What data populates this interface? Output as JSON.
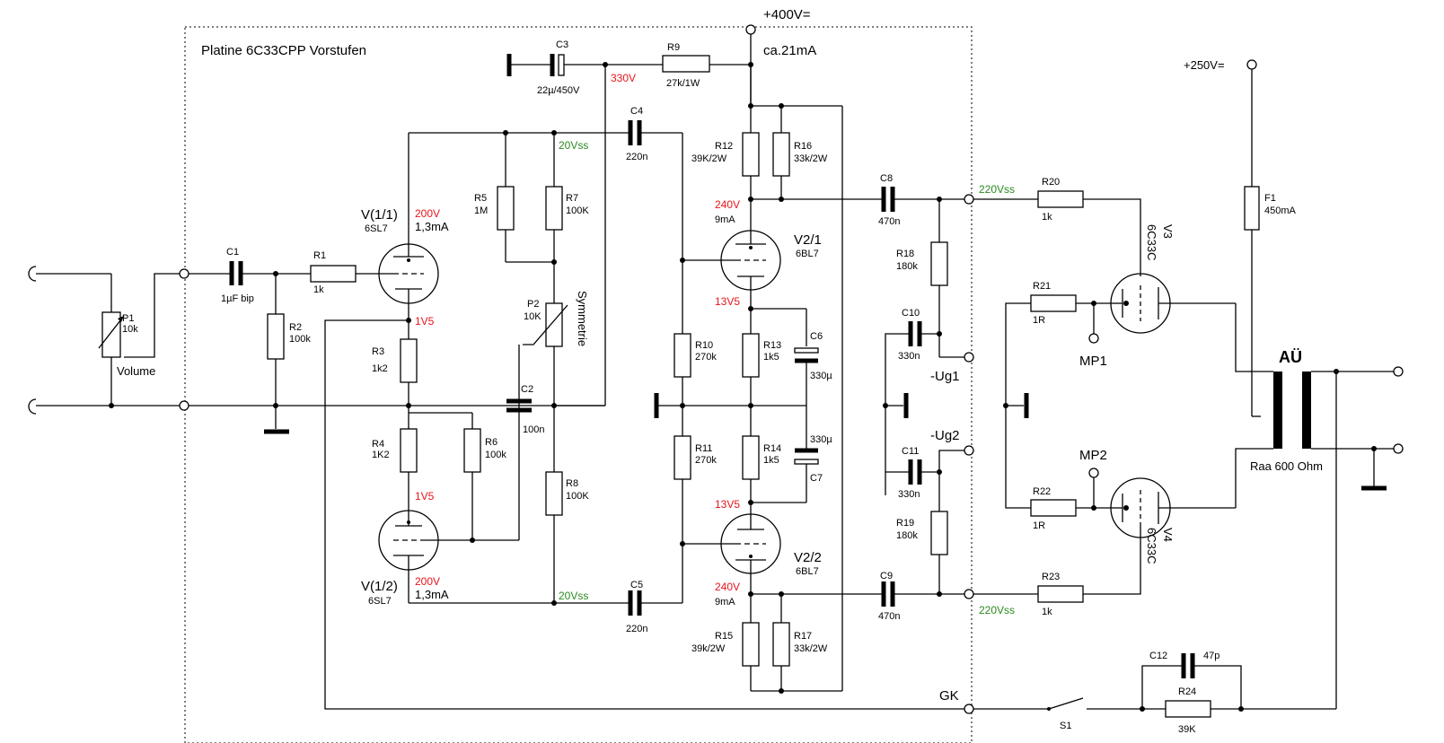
{
  "board": {
    "title": "Platine 6C33CPP Vorstufen"
  },
  "supply": {
    "hv_label": "+400V=",
    "current": "ca.21mA",
    "aux_label": "+250V="
  },
  "colors": {
    "voltage": "#e8141b",
    "signal": "#2a8a1f"
  },
  "components": {
    "c1": {
      "ref": "C1",
      "value": "1µF bip"
    },
    "c2": {
      "ref": "C2",
      "value": "100n"
    },
    "c3": {
      "ref": "C3",
      "value": "22µ/450V"
    },
    "c4": {
      "ref": "C4",
      "value": "220n"
    },
    "c5": {
      "ref": "C5",
      "value": "220n"
    },
    "c6": {
      "ref": "C6",
      "value": "330µ"
    },
    "c7": {
      "ref": "C7",
      "value": "330µ"
    },
    "c8": {
      "ref": "C8",
      "value": "470n"
    },
    "c9": {
      "ref": "C9",
      "value": "470n"
    },
    "c10": {
      "ref": "C10",
      "value": "330n"
    },
    "c11": {
      "ref": "C11",
      "value": "330n"
    },
    "c12": {
      "ref": "C12",
      "value": "47p"
    },
    "r1": {
      "ref": "R1",
      "value": "1k"
    },
    "r2": {
      "ref": "R2",
      "value": "100k"
    },
    "r3": {
      "ref": "R3",
      "value": "1k2"
    },
    "r4": {
      "ref": "R4",
      "value": "1K2"
    },
    "r5": {
      "ref": "R5",
      "value": "1M"
    },
    "r6": {
      "ref": "R6",
      "value": "100k"
    },
    "r7": {
      "ref": "R7",
      "value": "100K"
    },
    "r8": {
      "ref": "R8",
      "value": "100K"
    },
    "r9": {
      "ref": "R9",
      "value": "27k/1W"
    },
    "r10": {
      "ref": "R10",
      "value": "270k"
    },
    "r11": {
      "ref": "R11",
      "value": "270k"
    },
    "r12": {
      "ref": "R12",
      "value": "39K/2W"
    },
    "r13": {
      "ref": "R13",
      "value": "1k5"
    },
    "r14": {
      "ref": "R14",
      "value": "1k5"
    },
    "r15": {
      "ref": "R15",
      "value": "39k/2W"
    },
    "r16": {
      "ref": "R16",
      "value": "33k/2W"
    },
    "r17": {
      "ref": "R17",
      "value": "33k/2W"
    },
    "r18": {
      "ref": "R18",
      "value": "180k"
    },
    "r19": {
      "ref": "R19",
      "value": "180k"
    },
    "r20": {
      "ref": "R20",
      "value": "1k"
    },
    "r21": {
      "ref": "R21",
      "value": "1R"
    },
    "r22": {
      "ref": "R22",
      "value": "1R"
    },
    "r23": {
      "ref": "R23",
      "value": "1k"
    },
    "r24": {
      "ref": "R24",
      "value": "39K"
    },
    "p1": {
      "ref": "P1",
      "value": "10k",
      "name": "Volume"
    },
    "p2": {
      "ref": "P2",
      "value": "10K",
      "name": "Symmetrie"
    },
    "f1": {
      "ref": "F1",
      "value": "450mA"
    },
    "s1": {
      "ref": "S1"
    }
  },
  "tubes": {
    "v11": {
      "ref": "V(1/1)",
      "type": "6SL7",
      "anode_v": "200V",
      "current": "1,3mA",
      "cathode_v": "1V5"
    },
    "v12": {
      "ref": "V(1/2)",
      "type": "6SL7",
      "anode_v": "200V",
      "current": "1,3mA",
      "cathode_v": "1V5"
    },
    "v21": {
      "ref": "V2/1",
      "type": "6BL7",
      "anode_v": "240V",
      "current": "9mA",
      "cathode_v": "13V5"
    },
    "v22": {
      "ref": "V2/2",
      "type": "6BL7",
      "anode_v": "240V",
      "current": "9mA",
      "cathode_v": "13V5"
    },
    "v3": {
      "ref": "V3",
      "type": "6C33C"
    },
    "v4": {
      "ref": "V4",
      "type": "6C33C"
    }
  },
  "nodes": {
    "c3_node_v": "330V",
    "sig_top": "20Vss",
    "sig_bottom": "20Vss",
    "out_top": "220Vss",
    "out_bottom": "220Vss",
    "ug1": "-Ug1",
    "ug2": "-Ug2",
    "mp1": "MP1",
    "mp2": "MP2",
    "gk": "GK"
  },
  "transformer": {
    "ref": "AÜ",
    "impedance": "Raa 600 Ohm"
  }
}
